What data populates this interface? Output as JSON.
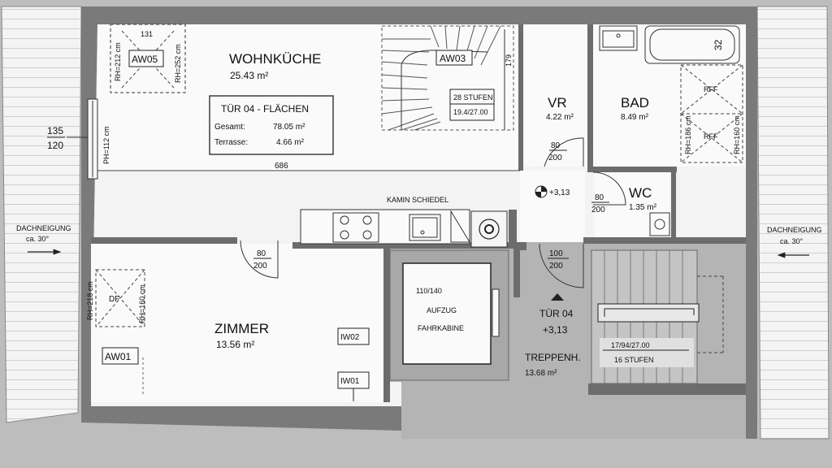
{
  "rooms": {
    "wohnkueche": {
      "name": "WOHNKÜCHE",
      "area": "25.43 m²"
    },
    "zimmer": {
      "name": "ZIMMER",
      "area": "13.56 m²"
    },
    "vr": {
      "name": "VR",
      "area": "4.22 m²"
    },
    "bad": {
      "name": "BAD",
      "area": "8.49 m²"
    },
    "wc": {
      "name": "WC",
      "area": "1.35 m²"
    },
    "treppenhaus": {
      "name": "TREPPENH.",
      "area": "13.68 m²"
    }
  },
  "flaechen": {
    "title": "TÜR 04 - FLÄCHEN",
    "gesamt_label": "Gesamt:",
    "gesamt_value": "78.05 m²",
    "terrasse_label": "Terrasse:",
    "terrasse_value": "4.66 m²"
  },
  "windows": {
    "aw05": "AW05",
    "aw03": "AW03",
    "aw01": "AW01",
    "iw02": "IW02",
    "iw01": "IW01",
    "df": "DF",
    "rff": "RFF"
  },
  "heights": {
    "rh212": "RH=212 cm",
    "rh252": "RH=252 cm",
    "ph112": "PH=112 cm",
    "rh218": "RH=218 cm",
    "rh160a": "RH=160 cm",
    "rh186": "RH=186 cm",
    "rh160b": "RH=160 cm"
  },
  "dims": {
    "d131": "131",
    "d179": "179",
    "d686": "686",
    "d135": "135",
    "d120": "120",
    "d32": "32"
  },
  "stairs_main": {
    "steps": "28 STUFEN",
    "spec": "19.4/27.00"
  },
  "stairs_stair": {
    "spec": "17/94/27.00",
    "steps": "16 STUFEN"
  },
  "doors": {
    "vr_w": "80",
    "vr_h": "200",
    "wc_w": "80",
    "wc_h": "200",
    "zimmer_w": "80",
    "zimmer_h": "200",
    "entry_w": "100",
    "entry_h": "200"
  },
  "level_marker": "+3,13",
  "entry": {
    "label": "TÜR 04",
    "level": "+3,13"
  },
  "kamin": "KAMIN SCHIEDEL",
  "aufzug": {
    "size": "110/140",
    "line1": "AUFZUG",
    "line2": "FAHRKABINE"
  },
  "dachneigung": {
    "label": "DACHNEIGUNG",
    "angle": "ca. 30°"
  }
}
